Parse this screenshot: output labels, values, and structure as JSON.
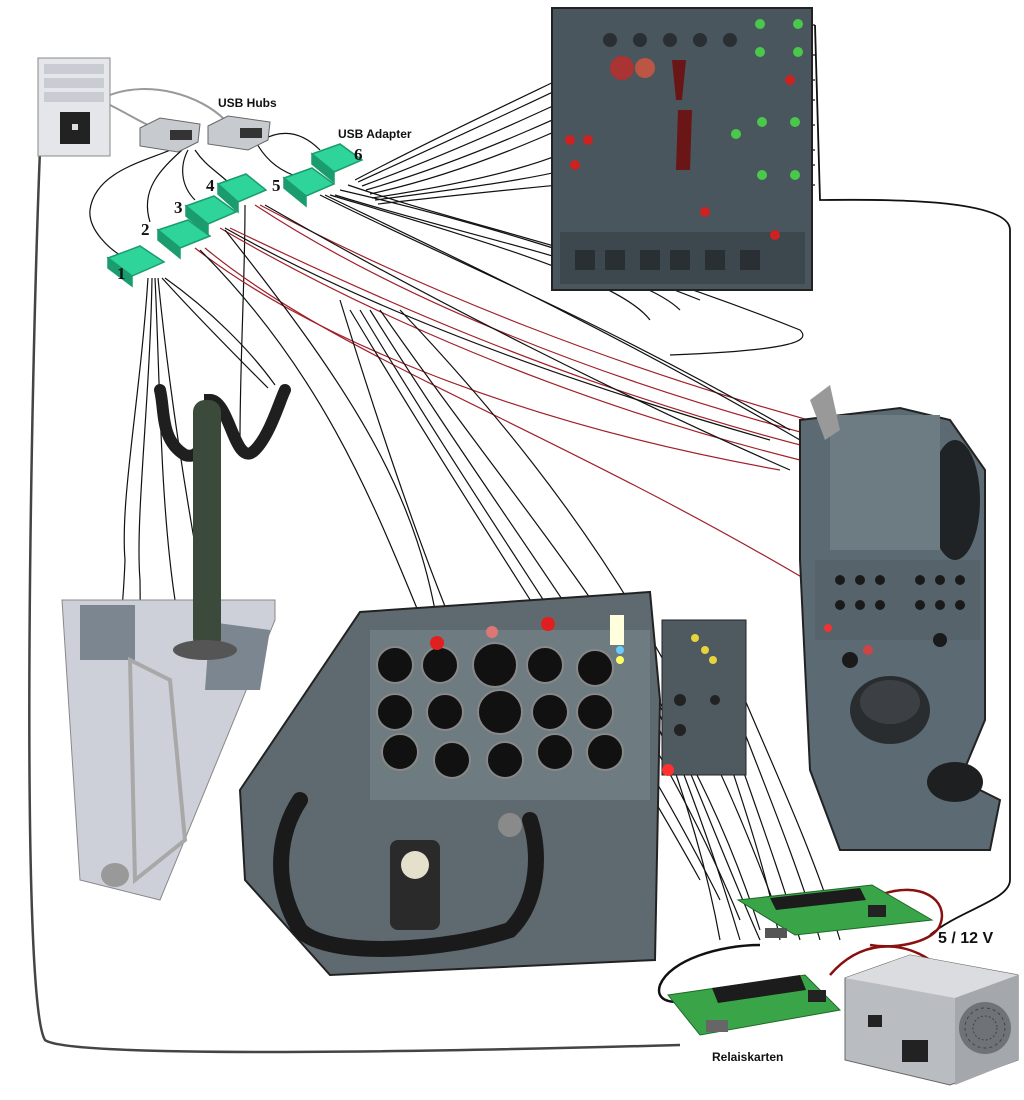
{
  "labels": {
    "usb_hubs": "USB Hubs",
    "usb_adapter": "USB Adapter",
    "voltage": "5 / 12 V",
    "relay_cards": "Relaiskarten"
  },
  "adapter_numbers": [
    "1",
    "2",
    "3",
    "4",
    "5",
    "6"
  ],
  "colors": {
    "adapter": "#2fd49a",
    "adapter_dark": "#1a9c6e",
    "cable": "#111111",
    "signal_red": "#a0202a",
    "panel": "#4a565e",
    "console": "#5b6a73",
    "pcb": "#3aa548",
    "relay": "#1c1c1c"
  },
  "icons": [
    "computer-tower-icon",
    "usb-hub-icon",
    "usb-adapter-icon",
    "power-supply-icon",
    "relay-board-icon"
  ]
}
